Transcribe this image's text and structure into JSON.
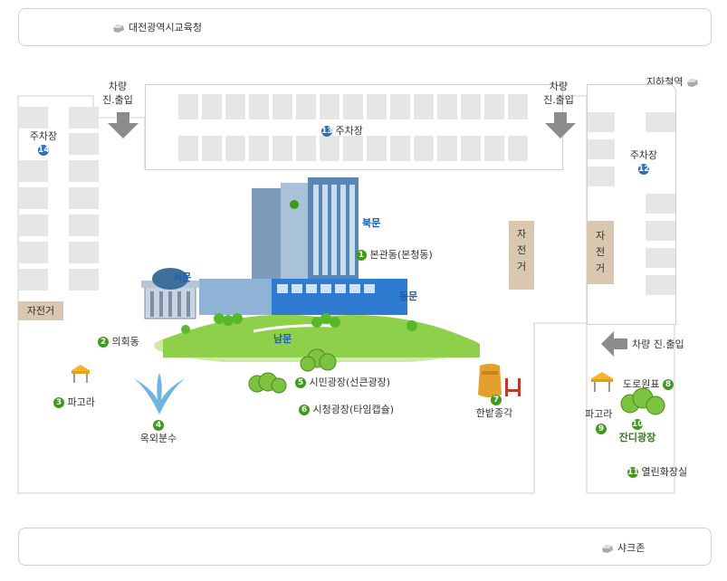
{
  "top_road": {
    "label": "대전광역시교육청",
    "icon": "stone-icon"
  },
  "bottom_road": {
    "label": "샤크존",
    "icon": "stone-icon"
  },
  "subway": {
    "label": "지하철역",
    "icon": "stone-icon"
  },
  "vehicle_entry": {
    "line1": "차량",
    "line2": "진.출입",
    "inline": "차량 진.출입"
  },
  "bicycle": {
    "horizontal": "자전거",
    "vertical": [
      "자",
      "전",
      "거"
    ]
  },
  "gates": {
    "north": "북문",
    "west": "서문",
    "east": "동문",
    "south": "남문"
  },
  "places": [
    {
      "num": "1",
      "label": "본관동(본청동)"
    },
    {
      "num": "2",
      "label": "의회동"
    },
    {
      "num": "3",
      "label": "파고라"
    },
    {
      "num": "4",
      "label": "옥외분수"
    },
    {
      "num": "5",
      "label": "시민광장(선큰광장)"
    },
    {
      "num": "6",
      "label": "시청광장(타임캡슐)"
    },
    {
      "num": "7",
      "label": "한밭종각"
    },
    {
      "num": "8",
      "label": "도로원표"
    },
    {
      "num": "9",
      "label": "파고라"
    },
    {
      "num": "10",
      "label": "잔디광장"
    },
    {
      "num": "11",
      "label": "열린화장실"
    },
    {
      "num": "12",
      "label": "주차장"
    },
    {
      "num": "13",
      "label": "주차장"
    },
    {
      "num": "14",
      "label": "주차장"
    }
  ],
  "colors": {
    "green_marker": "#3f9a1c",
    "blue_marker": "#2d6dc2",
    "gate_text": "#1f5fae",
    "bike_lane": "#d9c7b0",
    "lawn": "#8ed04a"
  }
}
